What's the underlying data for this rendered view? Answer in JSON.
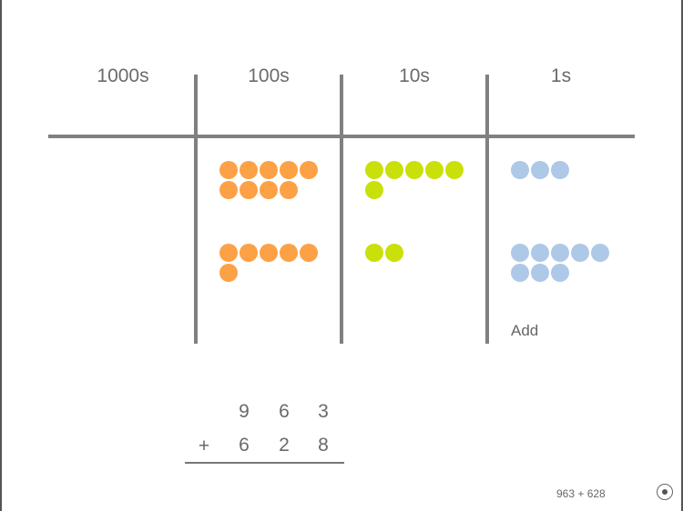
{
  "columns": [
    {
      "label": "1000s"
    },
    {
      "label": "100s"
    },
    {
      "label": "10s"
    },
    {
      "label": "1s"
    }
  ],
  "addends": [
    {
      "value": "963",
      "digits": {
        "thousands": 0,
        "hundreds": 9,
        "tens": 6,
        "ones": 3
      }
    },
    {
      "value": "628",
      "digits": {
        "thousands": 0,
        "hundreds": 6,
        "tens": 2,
        "ones": 8
      }
    }
  ],
  "colors": {
    "hundreds": "#fca146",
    "tens": "#c9e00a",
    "ones": "#aec8e8"
  },
  "add_button": {
    "label": "Add"
  },
  "equation": {
    "row1": [
      "9",
      "6",
      "3"
    ],
    "row2_operator": "+",
    "row2": [
      "6",
      "2",
      "8"
    ]
  },
  "footer": {
    "problem_label": "963 + 628",
    "record_icon": "record-icon"
  }
}
